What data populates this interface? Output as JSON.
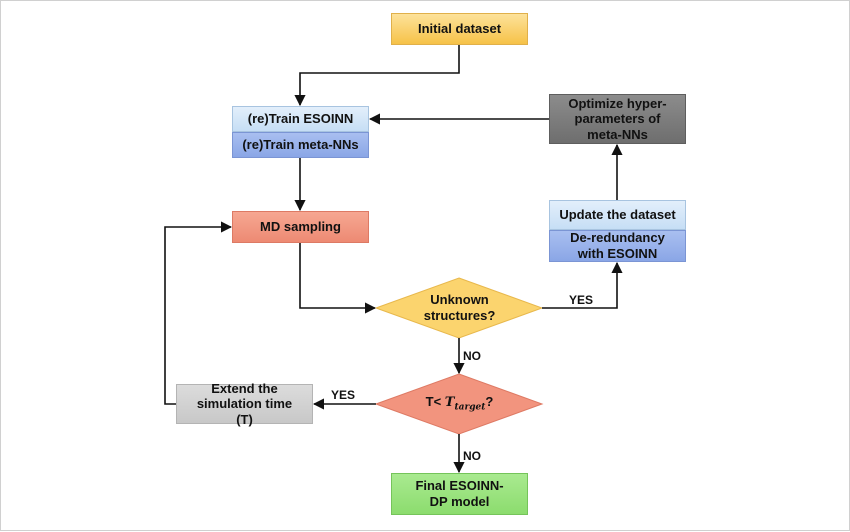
{
  "nodes": {
    "initial": "Initial dataset",
    "train_esoinn": "(re)Train ESOINN",
    "train_meta": "(re)Train meta-NNs",
    "md_sampling": "MD sampling",
    "optimize": "Optimize hyper-parameters of meta-NNs",
    "update_dataset": "Update the dataset",
    "deredundancy": "De-redundancy with ESOINN",
    "unknown": "Unknown structures?",
    "t_prefix": "T< ",
    "t_var": "T",
    "t_sub": "target",
    "t_suffix": "?",
    "extend": "Extend the simulation time (T)",
    "final": "Final ESOINN-DP model"
  },
  "edges": {
    "yes_unknown": "YES",
    "no_unknown": "NO",
    "yes_ttarget": "YES",
    "no_ttarget": "NO"
  },
  "colors": {
    "initial": "#f6c248",
    "train_esoinn": "#c6def5",
    "train_meta": "#8aa6e6",
    "md_sampling": "#ed8a73",
    "optimize": "#6e6e6e",
    "update_dataset": "#c6def5",
    "deredundancy": "#8aa6e6",
    "unknown_diamond": "#fbd46e",
    "ttarget_diamond": "#f2947e",
    "extend": "#c8c8c8",
    "final": "#8cdc6e"
  }
}
